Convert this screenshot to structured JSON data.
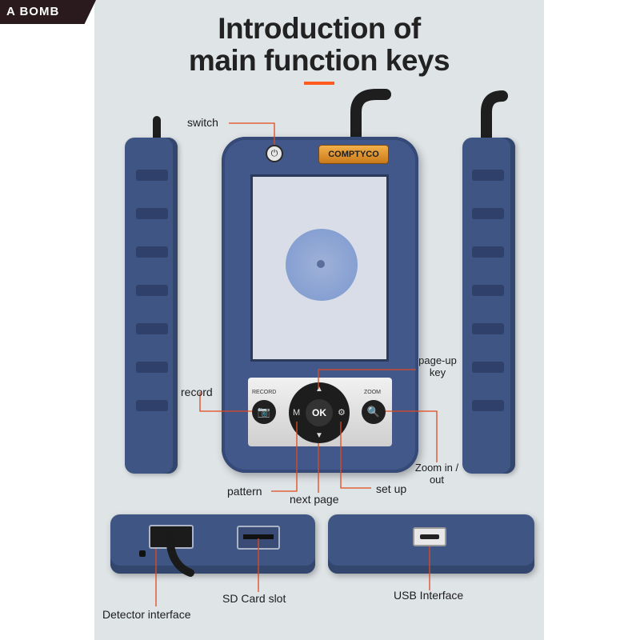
{
  "brand_badge": "A BOMB",
  "title": {
    "line1": "Introduction of",
    "line2": "main function keys"
  },
  "device": {
    "brand_plate": "COMPTYCO",
    "keypad": {
      "record_caption": "RECORD",
      "zoom_caption": "ZOOM",
      "ok_label": "OK",
      "mode_label": "M"
    }
  },
  "callouts": {
    "switch": "switch",
    "record": "record",
    "page_up": "page-up key",
    "zoom": "Zoom in / out",
    "pattern": "pattern",
    "next_page": "next page",
    "set_up": "set up",
    "sd_card": "SD Card slot",
    "usb": "USB Interface",
    "detector": "Detector interface"
  },
  "colors": {
    "accent": "#ff5a1f",
    "device_body": "#43588a",
    "callout_line": "#e2491c"
  }
}
